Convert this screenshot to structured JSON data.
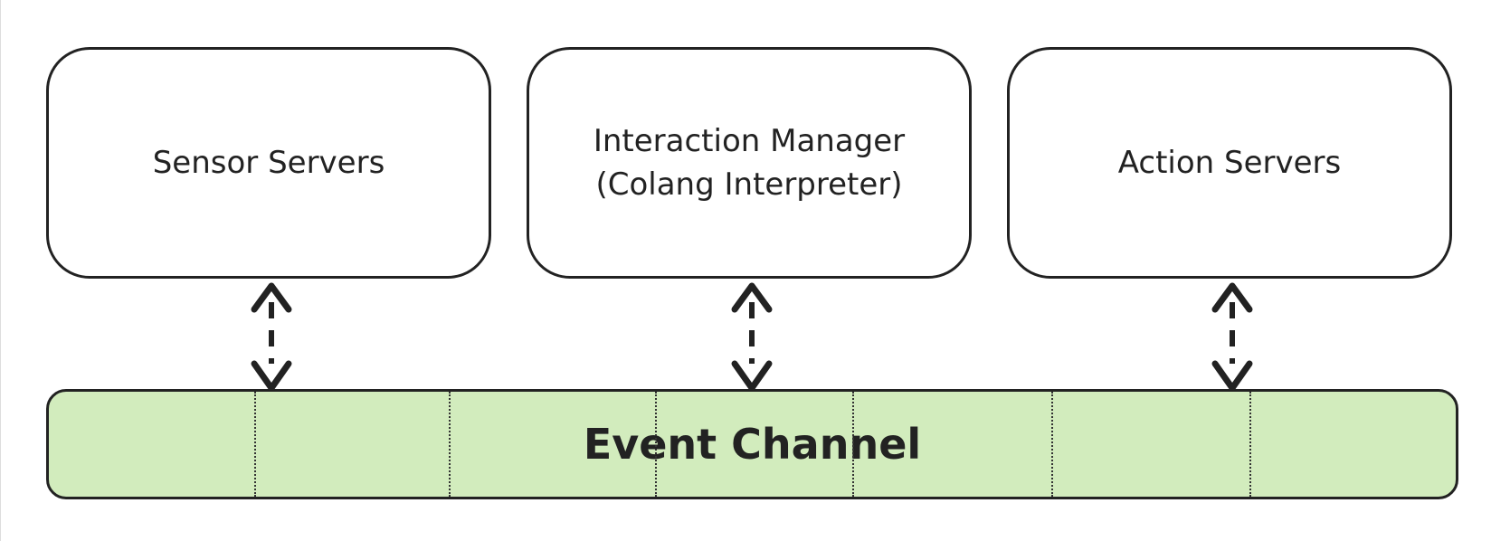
{
  "diagram": {
    "boxes": [
      {
        "id": "sensor",
        "lines": [
          "Sensor Servers"
        ]
      },
      {
        "id": "manager",
        "lines": [
          "Interaction Manager",
          "(Colang Interpreter)"
        ]
      },
      {
        "id": "action",
        "lines": [
          "Action Servers"
        ]
      }
    ],
    "channel": {
      "label": "Event Channel"
    },
    "colors": {
      "stroke": "#222222",
      "channel_fill": "#d2ecbd",
      "box_fill": "#ffffff"
    },
    "connections": [
      {
        "from": "sensor",
        "to": "channel",
        "style": "dashed",
        "direction": "bidirectional"
      },
      {
        "from": "manager",
        "to": "channel",
        "style": "dashed",
        "direction": "bidirectional"
      },
      {
        "from": "action",
        "to": "channel",
        "style": "dashed",
        "direction": "bidirectional"
      }
    ]
  }
}
